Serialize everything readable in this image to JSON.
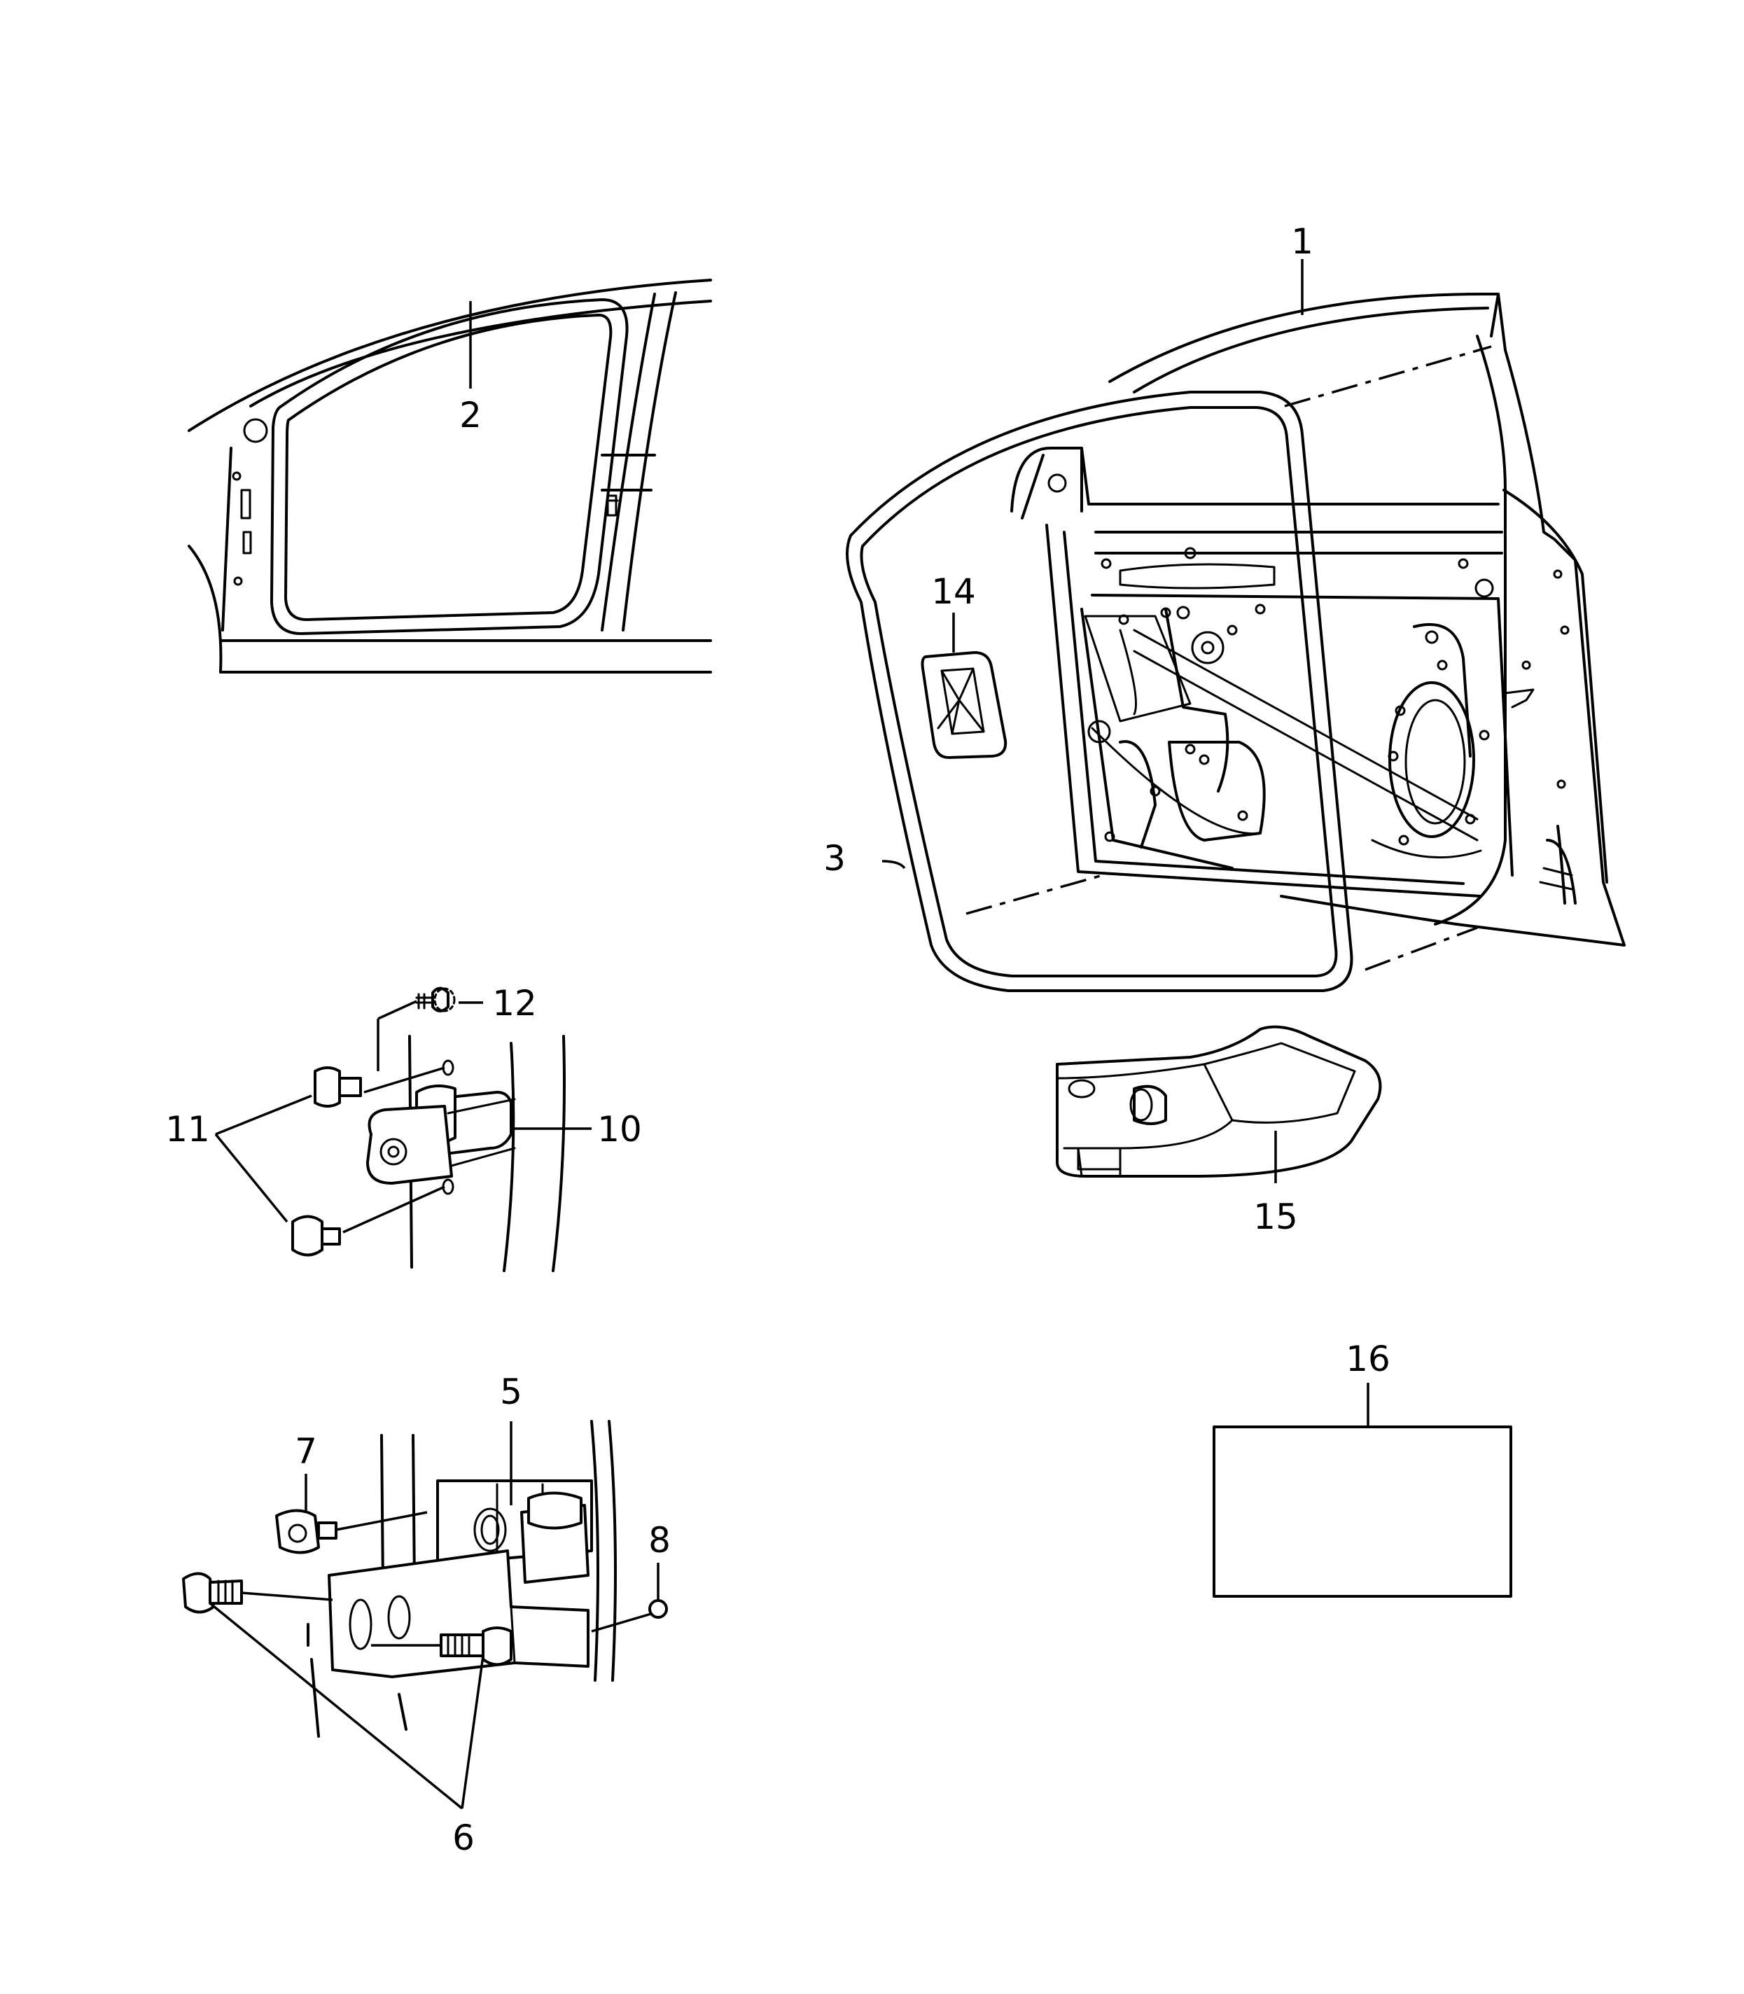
{
  "callouts": {
    "c1": "1",
    "c2": "2",
    "c3": "3",
    "c5": "5",
    "c6": "6",
    "c7": "7",
    "c8": "8",
    "c10": "10",
    "c11": "11",
    "c12": "12",
    "c14": "14",
    "c15": "15",
    "c16": "16"
  },
  "colors": {
    "line": "#000000",
    "background": "#ffffff"
  }
}
